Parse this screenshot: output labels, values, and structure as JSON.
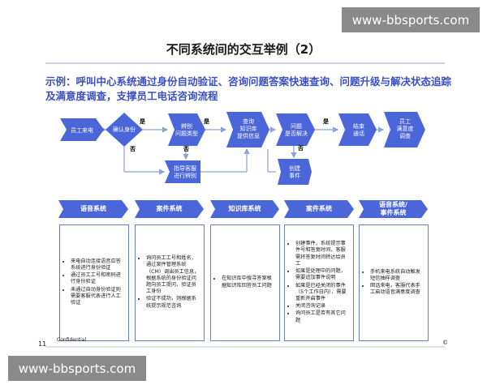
{
  "watermark": "www-bbsports.com",
  "title": "不同系统间的交互举例（2）",
  "subtitle": {
    "label": "示例：",
    "text": "呼叫中心系统通过身份自动验证、咨询问题答案快速查询、问题升级与解决状态追踪及满意度调查，支撑员工电话咨询流程"
  },
  "flow": {
    "nodes": {
      "call": "员工来电",
      "verify": [
        "确认身份"
      ],
      "identify": [
        "辨别",
        "问题类型"
      ],
      "kb": [
        "查询",
        "知识库",
        "提供信息"
      ],
      "solved": [
        "问题",
        "是否解决"
      ],
      "end": [
        "结束",
        "通话"
      ],
      "survey": [
        "员工",
        "满意度",
        "调查"
      ],
      "guide": [
        "指导客服",
        "进行辨别"
      ],
      "case": [
        "创建",
        "事件"
      ]
    },
    "yes": "是",
    "no": "否"
  },
  "columns": [
    {
      "header": [
        "语音系统"
      ],
      "items": [
        "来电自动连接语音应答系统进行身份验证",
        "通过员工工号和密码进行身份验证",
        "未通过自动身份验证则需要客服代表进行人工验证"
      ]
    },
    {
      "header": [
        "案件系统"
      ],
      "items": [
        "询问员工工号和姓名，通过案件管理系统（CM）调出员工信息，根据系统的身份验证问题向员工提问，验证员工身份",
        "验证不成功，则根据系统提示规范咨询"
      ]
    },
    {
      "header": [
        "知识库系统"
      ],
      "items": [
        "在知识库中搜寻答案根据知识库回答员工问题"
      ]
    },
    {
      "header": [
        "案件系统"
      ],
      "items": [
        "创建事件，系统提示事件号和答复时间，客服需将答复时间转达给员工",
        "如果是处理中的问题，需要追加事件说明",
        "如果是已经关闭的事件（5个工作日内），需要重新开启事件",
        "关闭咨询记录",
        "询问员工是否有其它问题"
      ]
    },
    {
      "header": [
        "语音系统/",
        "事件系统"
      ],
      "items": [
        "手机来电系统自动触发短信抽样调查",
        "固话来电，客服代表手工启动语音满意度调查"
      ]
    }
  ],
  "footer": {
    "page": "11",
    "confidential": "Confidential",
    "copyright": "©"
  },
  "colors": {
    "accent": "#3a4fc2",
    "node": "#4a66d9",
    "line": "#6a7fc8"
  }
}
